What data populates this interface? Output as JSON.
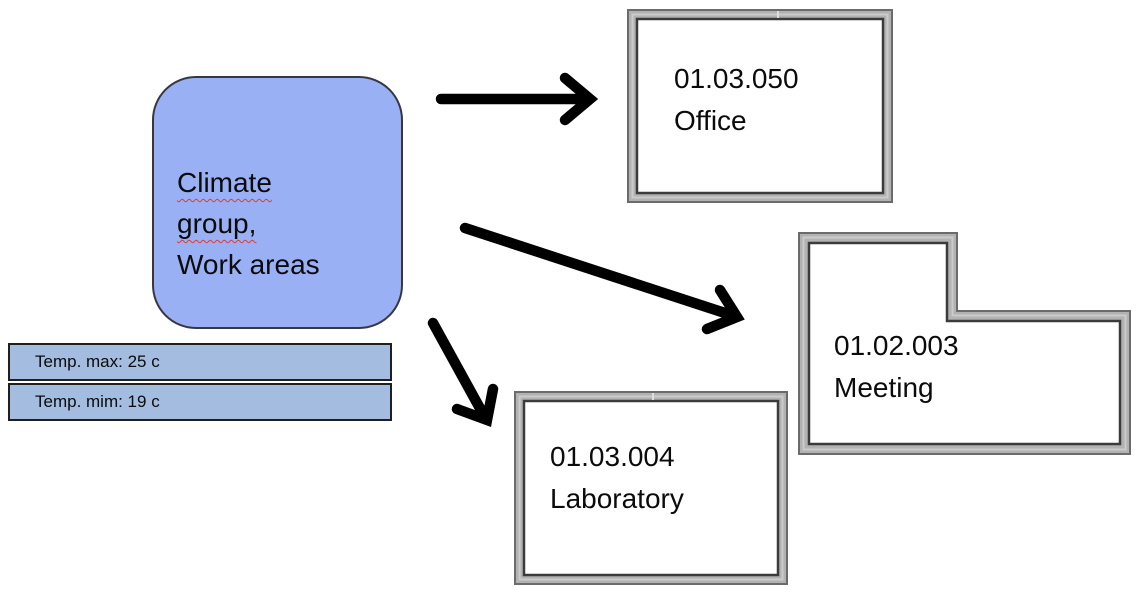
{
  "climate_node": {
    "lines": [
      {
        "text": "Climate"
      },
      {
        "text": "group,"
      },
      {
        "text": "Work areas"
      }
    ],
    "fill_color": "#99b0f5"
  },
  "temperature_table": {
    "rows": [
      {
        "label": "Temp. max: 25 c"
      },
      {
        "label": "Temp. mim: 19 c"
      }
    ],
    "fill_color": "#a4bce0"
  },
  "rooms": [
    {
      "id": "01.03.050",
      "name": "Office"
    },
    {
      "id": "01.02.003",
      "name": "Meeting"
    },
    {
      "id": "01.03.004",
      "name": "Laboratory"
    }
  ],
  "arrows": [
    {
      "from": "Climate group, Work areas",
      "to": "01.03.050 Office"
    },
    {
      "from": "Climate group, Work areas",
      "to": "01.02.003 Meeting"
    },
    {
      "from": "Climate group, Work areas",
      "to": "01.03.004 Laboratory"
    }
  ],
  "colors": {
    "arrow": "#000000",
    "room_frame": "#b2b2b2",
    "room_frame_outline": "#6b6b6b",
    "room_frame_highlight": "#cbcbcb",
    "room_inner_outline": "#3b3b3b",
    "room_fill": "#ffffff",
    "spellcheck_underline": "#e23a2e",
    "table_border": "#1f1f1f"
  }
}
